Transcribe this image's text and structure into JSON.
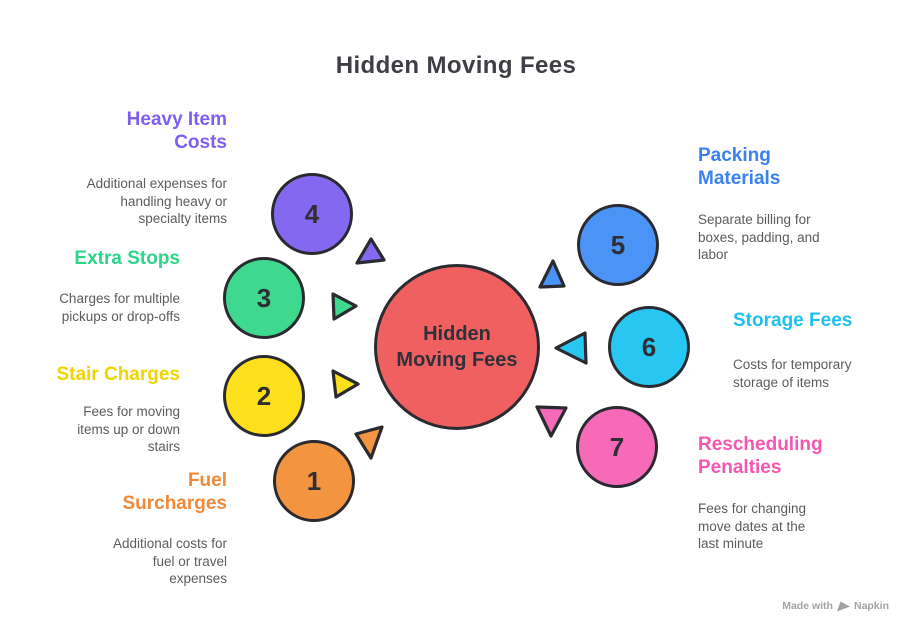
{
  "title": "Hidden Moving Fees",
  "center": {
    "label": "Hidden Moving Fees",
    "color": "#f06060"
  },
  "items": [
    {
      "num": "4",
      "heading": "Heavy Item Costs",
      "desc": "Additional expenses for handling heavy or specialty items",
      "color": "#8468f0",
      "text_color": "#7d5ff5"
    },
    {
      "num": "3",
      "heading": "Extra Stops",
      "desc": "Charges for multiple pickups or drop-offs",
      "color": "#3ed98e",
      "text_color": "#2dd48a"
    },
    {
      "num": "2",
      "heading": "Stair Charges",
      "desc": "Fees for moving items up or down stairs",
      "color": "#ffe01c",
      "text_color": "#f0d400"
    },
    {
      "num": "1",
      "heading": "Fuel Surcharges",
      "desc": "Additional costs for fuel or travel expenses",
      "color": "#f29440",
      "text_color": "#f08a38"
    },
    {
      "num": "5",
      "heading": "Packing Materials",
      "desc": "Separate billing for boxes, padding, and labor",
      "color": "#4b93f7",
      "text_color": "#3b82f0"
    },
    {
      "num": "6",
      "heading": "Storage Fees",
      "desc": "Costs for temporary storage of items",
      "color": "#27c7f2",
      "text_color": "#1fc0ee"
    },
    {
      "num": "7",
      "heading": "Rescheduling Penalties",
      "desc": "Fees for changing move dates at the last minute",
      "color": "#f76ab8",
      "text_color": "#f556b0"
    }
  ],
  "badge": {
    "prefix": "Made with",
    "brand": "Napkin"
  }
}
